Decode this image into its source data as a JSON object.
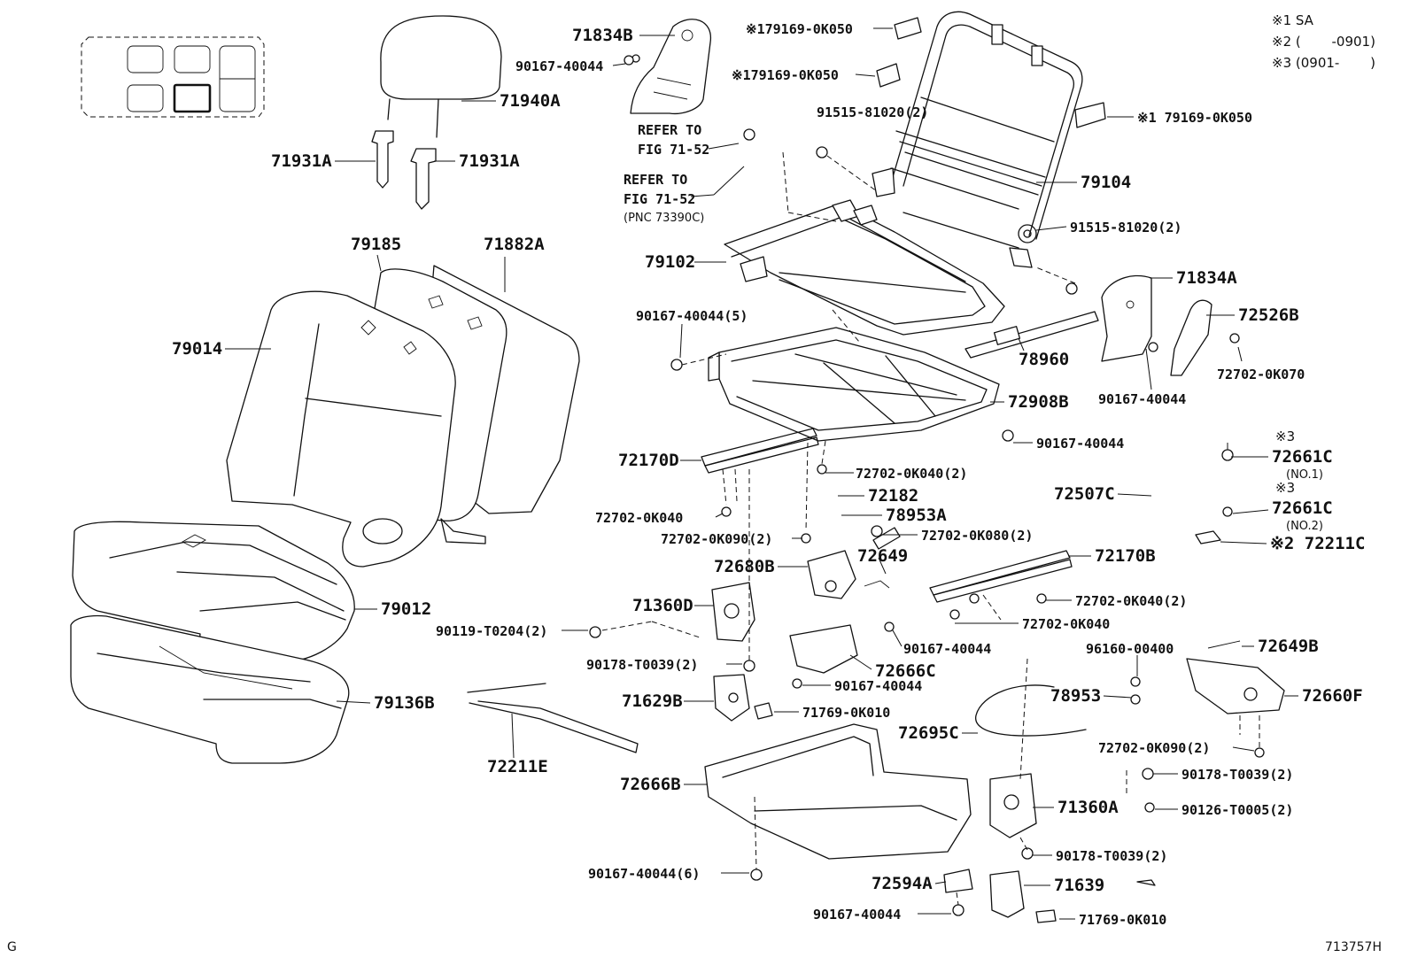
{
  "notes": [
    "※1 SA",
    "※2 (　　 -0901)",
    "※3 (0901-　　 )"
  ],
  "page_code": "G",
  "figure_id": "713757H",
  "refs": [
    "REFER TO",
    "FIG 71-52",
    "REFER TO",
    "FIG 71-52",
    "(PNC 73390C)"
  ],
  "callouts": [
    "71834B",
    "90167-40044",
    "※179169-0K050",
    "※179169-0K050",
    "※1 79169-0K050",
    "71940A",
    "71931A",
    "71931A",
    "91515-81020(2)",
    "79104",
    "91515-81020(2)",
    "79185",
    "71882A",
    "79102",
    "71834A",
    "79014",
    "90167-40044(5)",
    "72526B",
    "78960",
    "72702-0K070",
    "90167-40044",
    "72908B",
    "90167-40044",
    "72170D",
    "72702-0K040(2)",
    "※3",
    "72661C",
    "(NO.1)",
    "72507C",
    "※3",
    "72661C",
    "(NO.2)",
    "72182",
    "78953A",
    "72702-0K040",
    "72702-0K090(2)",
    "72702-0K080(2)",
    "※2 72211C",
    "72649",
    "72680B",
    "72170B",
    "79012",
    "71360D",
    "72702-0K040(2)",
    "72702-0K040",
    "90119-T0204(2)",
    "90167-40044",
    "90178-T0039(2)",
    "72666C",
    "90167-40044",
    "96160-00400",
    "72649B",
    "71629B",
    "79136B",
    "71769-0K010",
    "78953",
    "72660F",
    "72695C",
    "72702-0K090(2)",
    "72211E",
    "90178-T0039(2)",
    "72666B",
    "71360A",
    "90126-T0005(2)",
    "90178-T0039(2)",
    "90167-40044(6)",
    "72594A",
    "71639",
    "90167-40044",
    "71769-0K010"
  ]
}
